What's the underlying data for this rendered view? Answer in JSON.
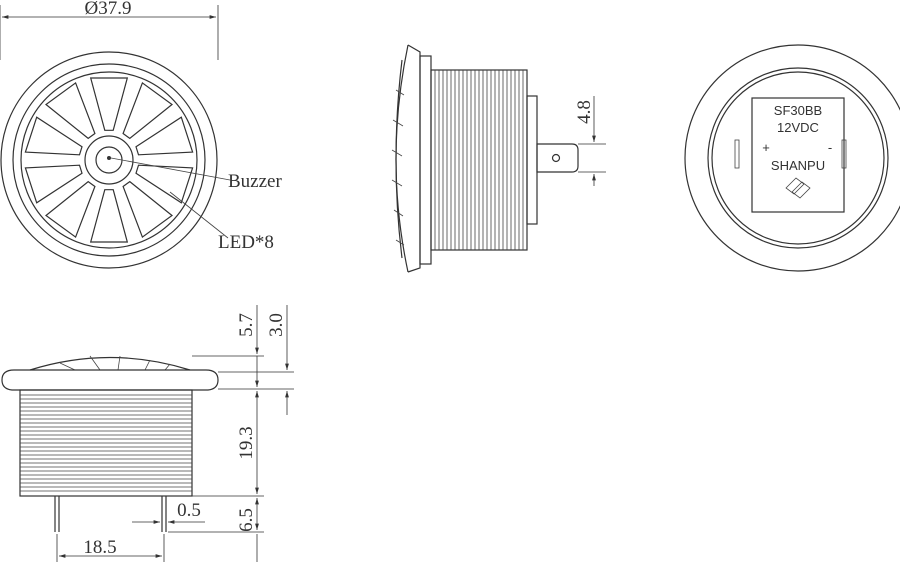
{
  "dimensions": {
    "diameter": "Ø37.9",
    "terminal_width": "4.8",
    "flange_height": "5.7",
    "flange_edge": "3.0",
    "body_length": "19.3",
    "pin_length": "6.5",
    "pin_thickness": "0.5",
    "pin_spacing": "18.5"
  },
  "callouts": {
    "buzzer": "Buzzer",
    "led": "LED*8"
  },
  "rear_label": {
    "model": "SF30BB",
    "voltage": "12VDC",
    "plus": "+",
    "minus": "-",
    "brand": "SHANPU"
  },
  "colors": {
    "line": "#333333",
    "background": "#ffffff"
  }
}
